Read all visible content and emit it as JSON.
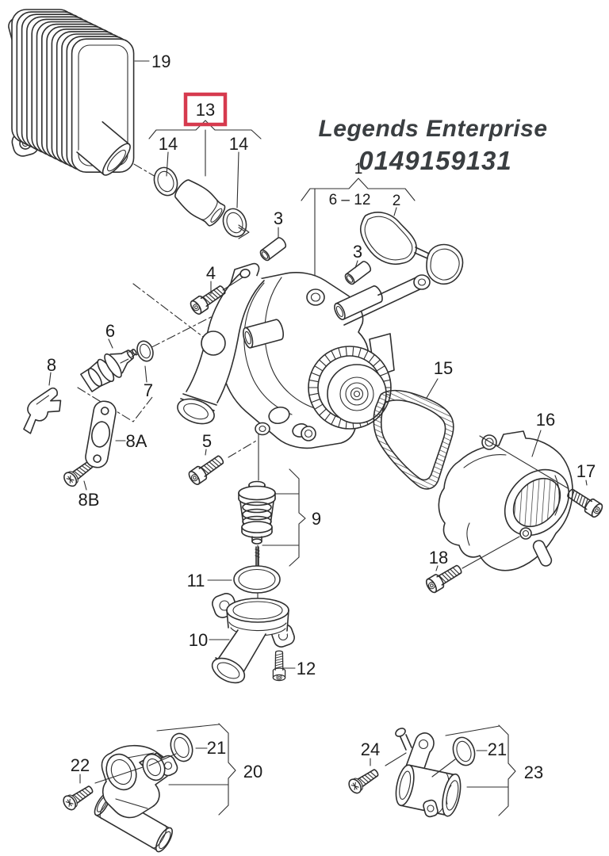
{
  "watermark": {
    "line1": "Legends Enterprise",
    "line2": "0149159131"
  },
  "colors": {
    "line": "#2f2f2f",
    "text": "#1c1c1c",
    "highlight_box": "#d63a4e",
    "background": "#ffffff"
  },
  "highlighted_part": "13",
  "labels": {
    "part19": "19",
    "part13": "13",
    "part14_left": "14",
    "part14_right": "14",
    "part1": "1",
    "part6_12": "6 – 12",
    "part2": "2",
    "part3_upper": "3",
    "part3_lower": "3",
    "part4": "4",
    "part5": "5",
    "part6": "6",
    "part7": "7",
    "part8": "8",
    "part8a": "8A",
    "part8b": "8B",
    "part9": "9",
    "part10": "10",
    "part11": "11",
    "part12": "12",
    "part15": "15",
    "part16": "16",
    "part17": "17",
    "part18": "18",
    "part20": "20",
    "part21_left": "21",
    "part21_right": "21",
    "part22": "22",
    "part23": "23",
    "part24": "24"
  }
}
